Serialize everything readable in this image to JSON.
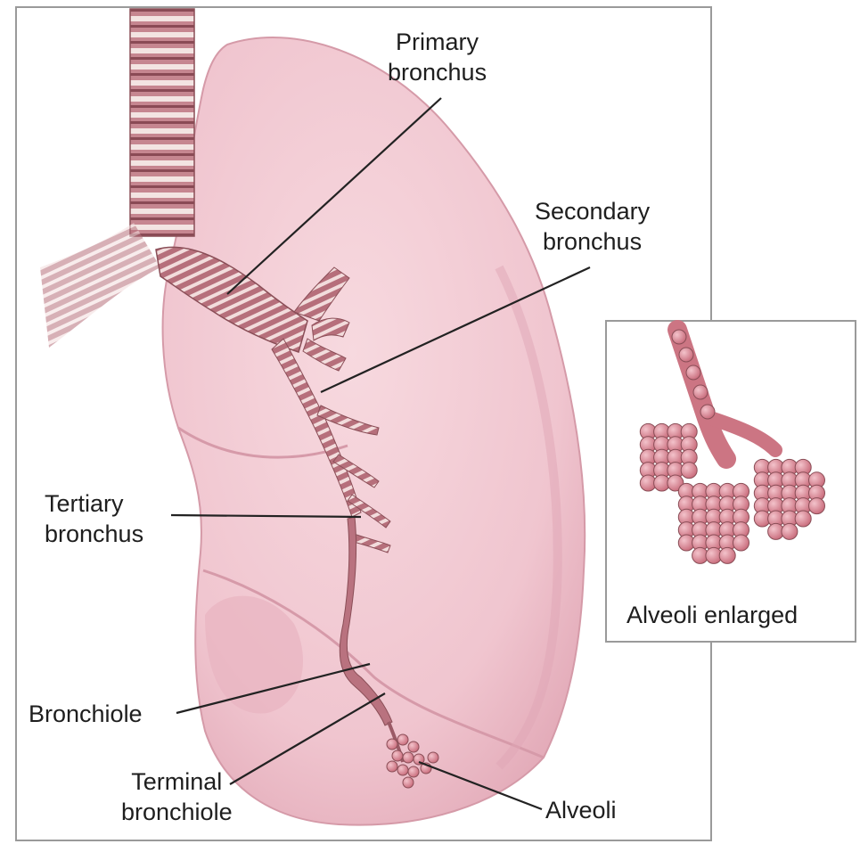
{
  "labels": {
    "primary_bronchus": [
      "Primary",
      "bronchus"
    ],
    "secondary_bronchus": [
      "Secondary",
      "bronchus"
    ],
    "tertiary_bronchus": [
      "Tertiary",
      "bronchus"
    ],
    "bronchiole": "Bronchiole",
    "terminal_bronchiole": [
      "Terminal",
      "bronchiole"
    ],
    "alveoli": "Alveoli"
  },
  "inset": {
    "caption": "Alveoli enlarged"
  },
  "colors": {
    "lung_fill": "#f2cad3",
    "lung_shadow": "#e3aebb",
    "airway": "#b7737f",
    "airway_ring": "#f4e3e3",
    "alveoli": "#d9828f",
    "frame": "#999999",
    "leader_line": "#222222"
  }
}
